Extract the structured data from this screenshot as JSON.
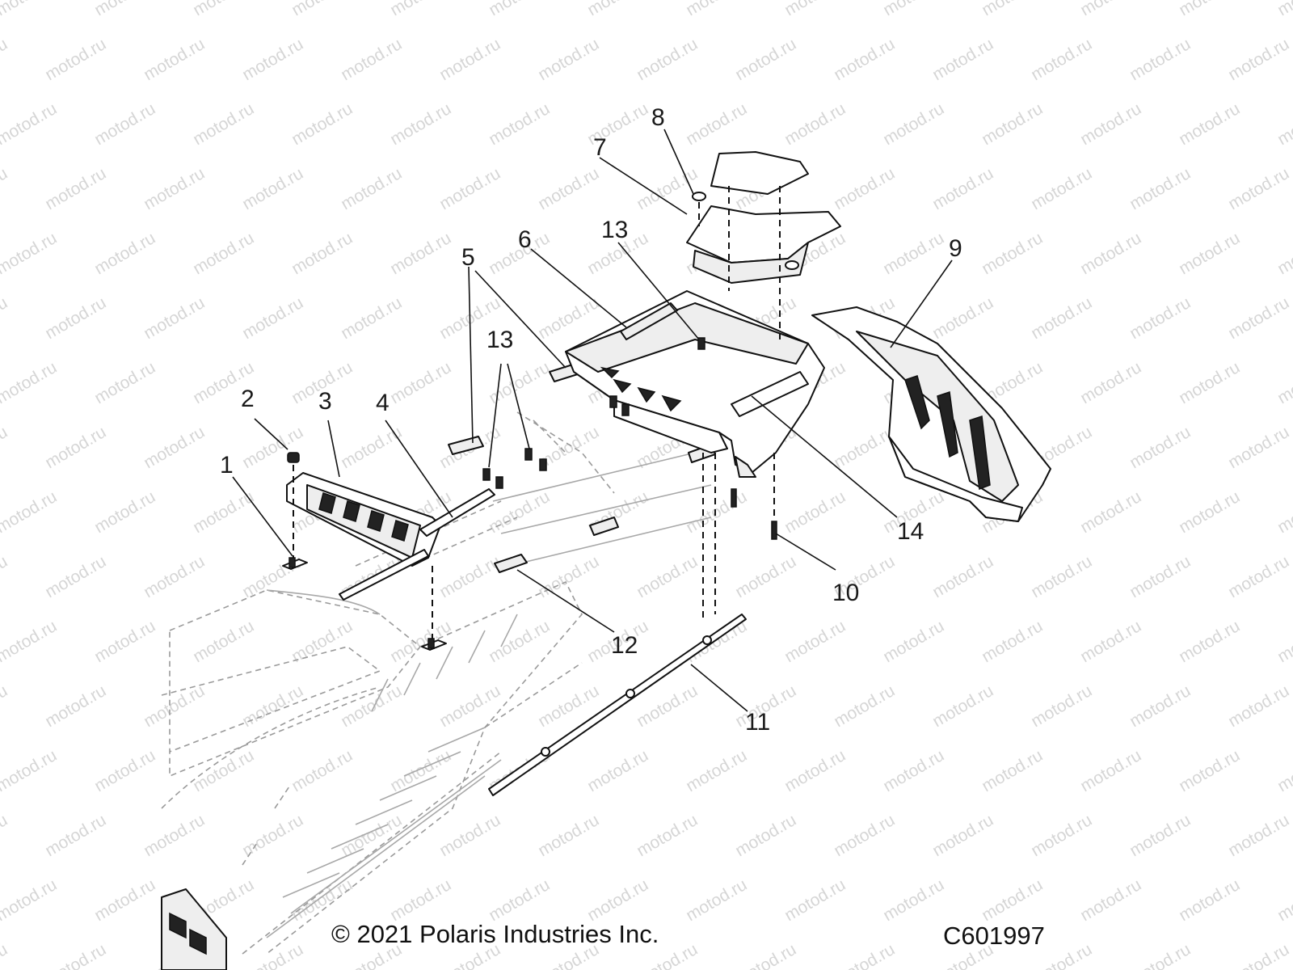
{
  "watermark": {
    "text": "motod.ru",
    "color": "#d6d6d6"
  },
  "callouts": [
    {
      "id": "1",
      "label": "1"
    },
    {
      "id": "2",
      "label": "2"
    },
    {
      "id": "3",
      "label": "3"
    },
    {
      "id": "4",
      "label": "4"
    },
    {
      "id": "5",
      "label": "5"
    },
    {
      "id": "6",
      "label": "6"
    },
    {
      "id": "7",
      "label": "7"
    },
    {
      "id": "8",
      "label": "8"
    },
    {
      "id": "9",
      "label": "9"
    },
    {
      "id": "10",
      "label": "10"
    },
    {
      "id": "11",
      "label": "11"
    },
    {
      "id": "12",
      "label": "12"
    },
    {
      "id": "13a",
      "label": "13"
    },
    {
      "id": "13b",
      "label": "13"
    },
    {
      "id": "14",
      "label": "14"
    }
  ],
  "footer": {
    "copyright": "© 2021 Polaris Industries Inc.",
    "drawing_number": "C601997"
  }
}
